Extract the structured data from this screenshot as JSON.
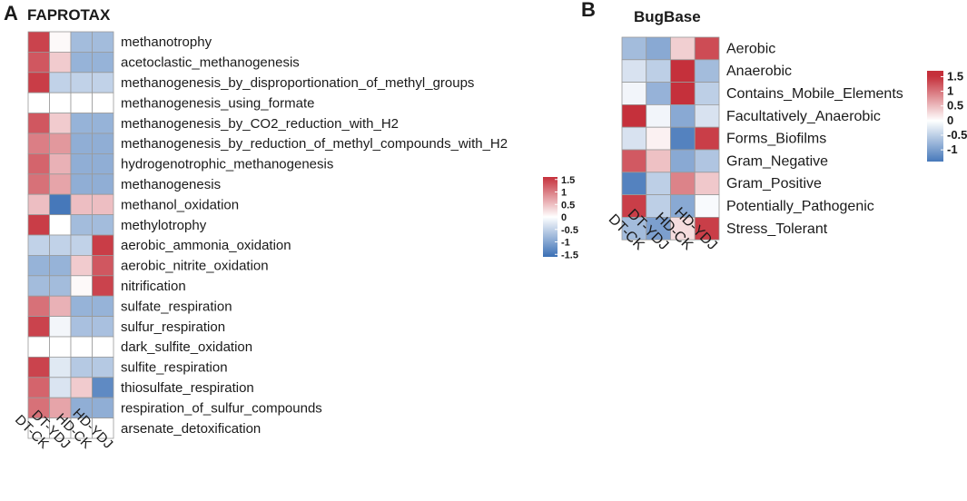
{
  "colors": {
    "low": "#3A6FB5",
    "mid": "#FFFFFF",
    "high": "#C5303B",
    "grid": "#9A9A9A"
  },
  "chart_data": [
    {
      "type": "heatmap",
      "panel": "A",
      "title": "FAPROTAX",
      "columns": [
        "DT-CK",
        "DT-YDJ",
        "HD-CK",
        "HD-YDJ"
      ],
      "rows": [
        "methanotrophy",
        "acetoclastic_methanogenesis",
        "methanogenesis_by_disproportionation_of_methyl_groups",
        "methanogenesis_using_formate",
        "methanogenesis_by_CO2_reduction_with_H2",
        "methanogenesis_by_reduction_of_methyl_compounds_with_H2",
        "hydrogenotrophic_methanogenesis",
        "methanogenesis",
        "methanol_oxidation",
        "methylotrophy",
        "aerobic_ammonia_oxidation",
        "aerobic_nitrite_oxidation",
        "nitrification",
        "sulfate_respiration",
        "sulfur_respiration",
        "dark_sulfite_oxidation",
        "sulfite_respiration",
        "thiosulfate_respiration",
        "respiration_of_sulfur_compounds",
        "arsenate_detoxification"
      ],
      "values": [
        [
          1.45,
          0.05,
          -0.75,
          -0.75
        ],
        [
          1.3,
          0.4,
          -0.85,
          -0.85
        ],
        [
          1.5,
          -0.5,
          -0.5,
          -0.5
        ],
        [
          0.0,
          0.0,
          0.0,
          0.0
        ],
        [
          1.3,
          0.4,
          -0.85,
          -0.85
        ],
        [
          1.0,
          0.8,
          -0.9,
          -0.9
        ],
        [
          1.2,
          0.6,
          -0.9,
          -0.9
        ],
        [
          1.1,
          0.7,
          -0.9,
          -0.9
        ],
        [
          0.5,
          -1.5,
          0.5,
          0.5
        ],
        [
          1.5,
          0.0,
          -0.75,
          -0.75
        ],
        [
          -0.5,
          -0.5,
          -0.5,
          1.5
        ],
        [
          -0.85,
          -0.85,
          0.4,
          1.3
        ],
        [
          -0.75,
          -0.75,
          0.05,
          1.45
        ],
        [
          1.1,
          0.6,
          -0.85,
          -0.85
        ],
        [
          1.45,
          -0.1,
          -0.7,
          -0.7
        ],
        [
          0.0,
          0.0,
          0.0,
          0.0
        ],
        [
          1.45,
          -0.25,
          -0.6,
          -0.6
        ],
        [
          1.2,
          -0.3,
          0.4,
          -1.3
        ],
        [
          1.1,
          0.7,
          -0.9,
          -0.9
        ],
        [
          0.0,
          0.0,
          0.0,
          0.0
        ]
      ],
      "legend_ticks": [
        "1.5",
        "1",
        "0.5",
        "0",
        "-0.5",
        "-1",
        "-1.5"
      ],
      "legend_tick_values": [
        1.5,
        1,
        0.5,
        0,
        -0.5,
        -1,
        -1.5
      ],
      "legend_range": [
        -1.6,
        1.6
      ]
    },
    {
      "type": "heatmap",
      "panel": "B",
      "title": "BugBase",
      "columns": [
        "DT-CK",
        "DT-YDJ",
        "HD-CK",
        "HD-YDJ"
      ],
      "rows": [
        "Aerobic",
        "Anaerobic",
        "Contains_Mobile_Elements",
        "Facultatively_Anaerobic",
        "Forms_Biofilms",
        "Gram_Negative",
        "Gram_Positive",
        "Potentially_Pathogenic",
        "Stress_Tolerant"
      ],
      "values": [
        [
          -0.7,
          -0.9,
          0.35,
          1.3
        ],
        [
          -0.3,
          -0.5,
          1.5,
          -0.7
        ],
        [
          -0.1,
          -0.8,
          1.5,
          -0.5
        ],
        [
          1.5,
          -0.1,
          -0.9,
          -0.3
        ],
        [
          -0.3,
          0.1,
          -1.3,
          1.4
        ],
        [
          1.2,
          0.45,
          -0.9,
          -0.6
        ],
        [
          -1.3,
          -0.5,
          0.9,
          0.4
        ],
        [
          1.4,
          -0.5,
          -0.9,
          -0.05
        ],
        [
          -0.7,
          -1.0,
          0.25,
          1.4
        ]
      ],
      "legend_ticks": [
        "1.5",
        "1",
        "0.5",
        "0",
        "-0.5",
        "-1"
      ],
      "legend_tick_values": [
        1.5,
        1,
        0.5,
        0,
        -0.5,
        -1
      ],
      "legend_range": [
        -1.4,
        1.7
      ]
    }
  ]
}
